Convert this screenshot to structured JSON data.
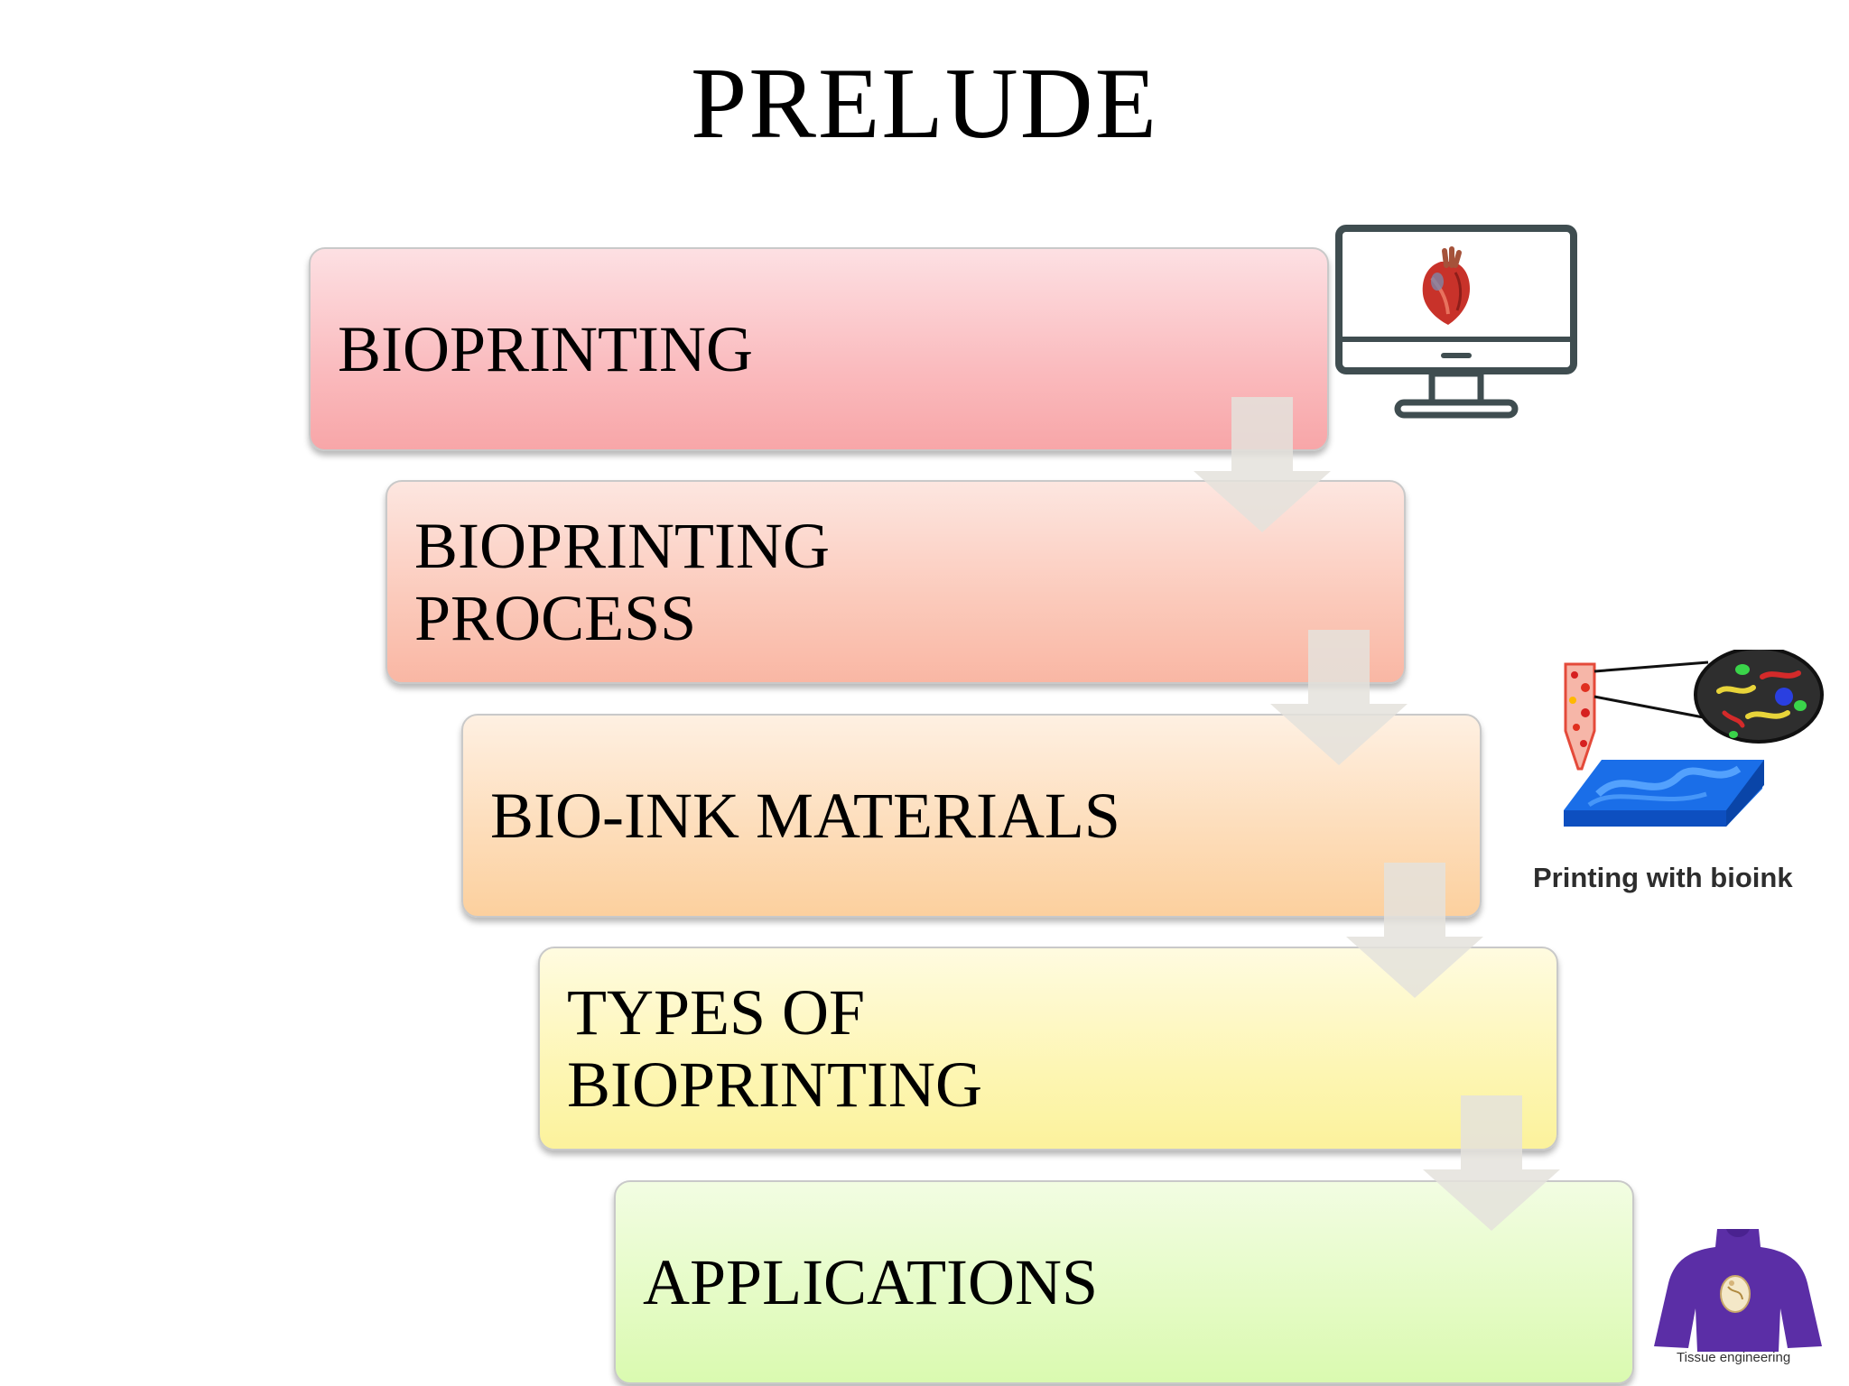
{
  "title": "PRELUDE",
  "steps": [
    {
      "label": "BIOPRINTING"
    },
    {
      "label": "BIOPRINTING PROCESS"
    },
    {
      "label": "BIO-INK MATERIALS"
    },
    {
      "label": "TYPES OF BIOPRINTING"
    },
    {
      "label": "APPLICATIONS"
    }
  ],
  "images": {
    "monitor": {
      "icon": "monitor-heart-icon"
    },
    "bioink": {
      "icon": "bioink-printing-icon",
      "caption": "Printing with bioink"
    },
    "tissue": {
      "icon": "tissue-torso-icon",
      "caption": "Tissue engineering"
    }
  },
  "colors": {
    "step1": "#f8a6a8",
    "step2": "#f9b7a4",
    "step3": "#fcd09e",
    "step4": "#fcf29c",
    "step5": "#dafab0",
    "arrow": "#e6e4de"
  }
}
